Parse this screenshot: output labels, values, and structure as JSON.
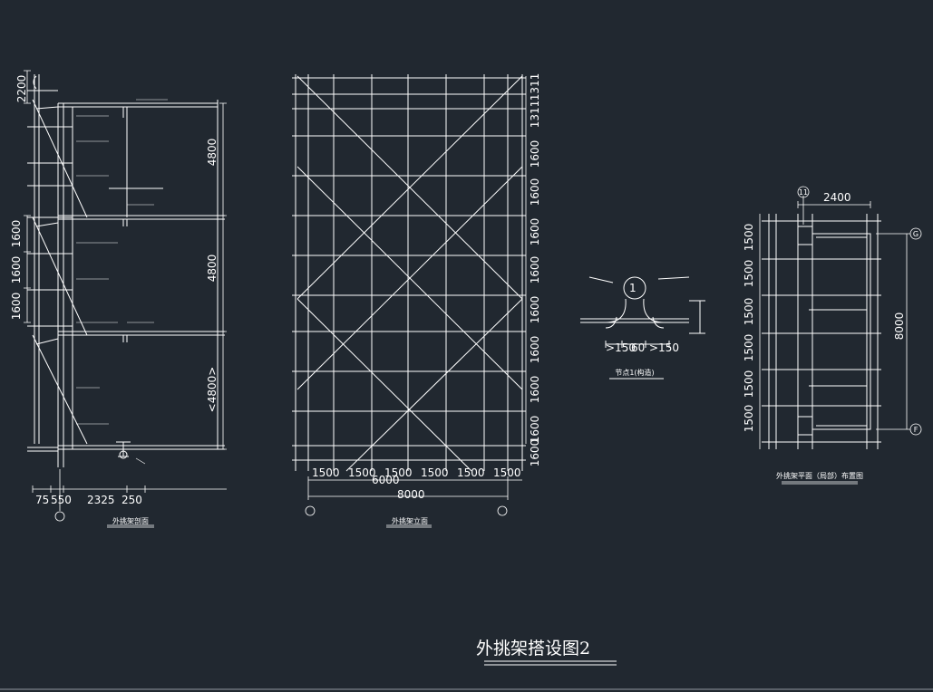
{
  "colors": {
    "background": "#212830",
    "linework": "#ffffff"
  },
  "drawing_title": "外挑架搭设图2",
  "section_view": {
    "caption": "外挑架剖面",
    "left_dims": [
      "2200",
      "1600",
      "1600",
      "1600"
    ],
    "right_dims": [
      "4800",
      "4800",
      "<4800>"
    ],
    "bottom_dims": [
      "75",
      "550",
      "2325",
      "250"
    ]
  },
  "elevation_view": {
    "caption": "外挑架立面",
    "right_dims": [
      "1311",
      "1311",
      "1600",
      "1600",
      "1600",
      "1600",
      "1600",
      "1600",
      "1600",
      "1600",
      "1600"
    ],
    "bottom_dims": [
      "1500",
      "1500",
      "1500",
      "1500",
      "1500",
      "1500"
    ],
    "overall_dims": [
      "6000",
      "8000"
    ]
  },
  "node_detail": {
    "caption": "节点1(构造)",
    "marker": "1",
    "dims": [
      ">150",
      "60",
      ">150"
    ]
  },
  "plan_view": {
    "caption": "外挑架平面（局部）布置图",
    "top_dim": "2400",
    "grid_top": "11",
    "grid_right": [
      "G",
      "F"
    ],
    "left_dims": [
      "1500",
      "1500",
      "1500",
      "1500",
      "1500",
      "1500"
    ],
    "right_dim": "8000"
  }
}
